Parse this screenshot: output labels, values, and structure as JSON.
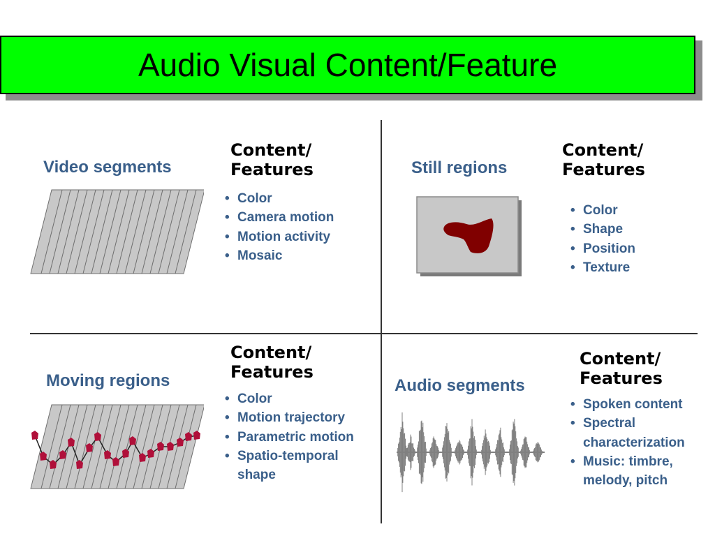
{
  "title": "Audio Visual Content/Feature",
  "quadrants": {
    "video": {
      "label": "Video segments",
      "heading_line1": "Content/",
      "heading_line2": "Features",
      "features": [
        "Color",
        "Camera motion",
        "Motion activity",
        "Mosaic"
      ]
    },
    "still": {
      "label": "Still regions",
      "heading_line1": "Content/",
      "heading_line2": "Features",
      "features": [
        "Color",
        "Shape",
        "Position",
        "Texture"
      ]
    },
    "moving": {
      "label": "Moving regions",
      "heading_line1": "Content/",
      "heading_line2": "Features",
      "features": [
        "Color",
        "Motion trajectory",
        "Parametric motion",
        "Spatio-temporal",
        "shape"
      ]
    },
    "audio": {
      "label": "Audio segments",
      "heading_line1": "Content/",
      "heading_line2": "Features",
      "features": [
        "Spoken content",
        "Spectral",
        "characterization",
        "Music: timbre,",
        "melody, pitch"
      ]
    }
  },
  "colors": {
    "title_bg": "#00ff00",
    "label_text": "#3a5f8a",
    "frame_fill": "#c8c8c8",
    "region_fill": "#800000",
    "moving_marker": "#b0103a",
    "waveform": "#808080"
  }
}
